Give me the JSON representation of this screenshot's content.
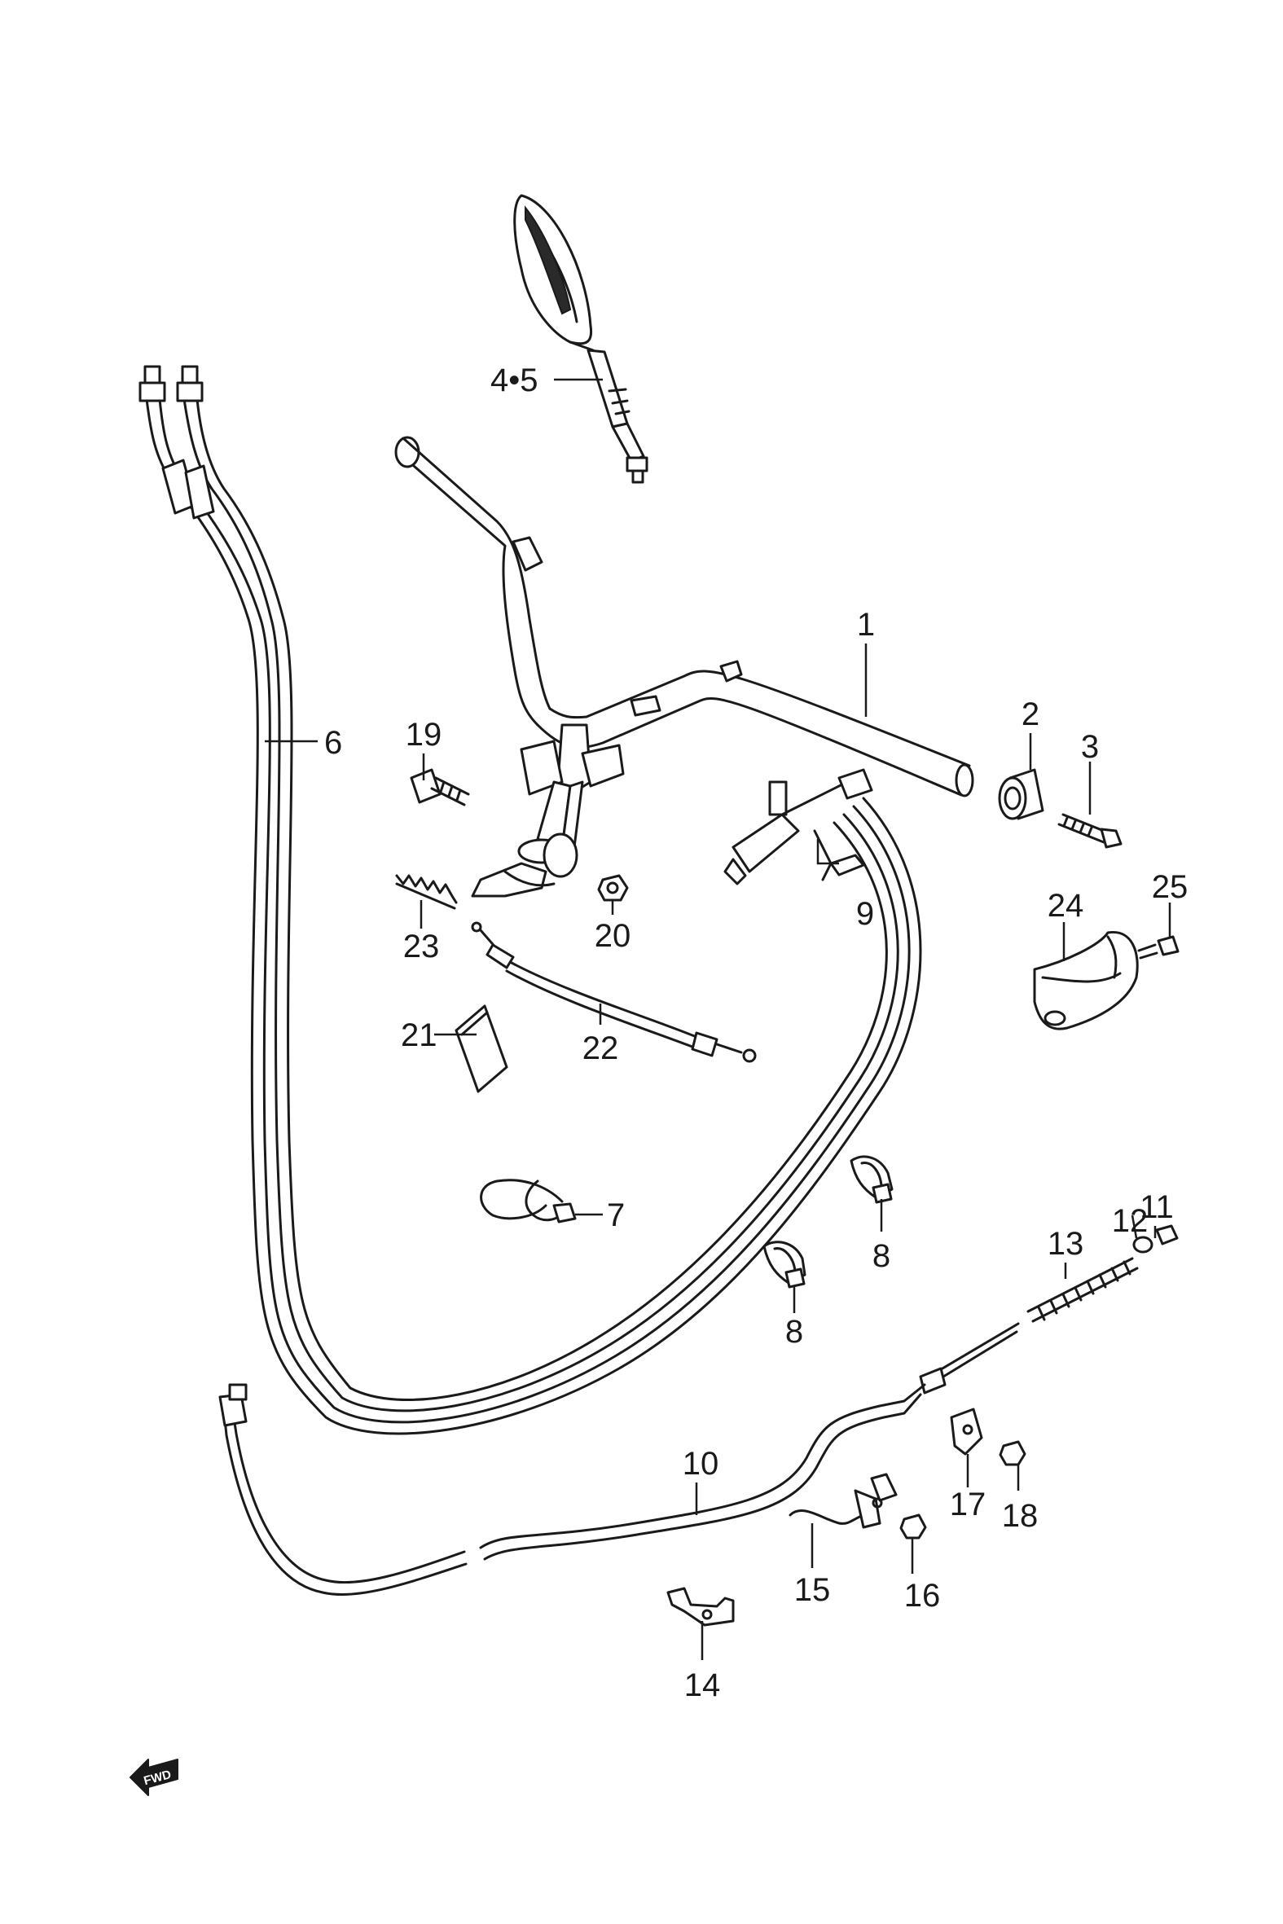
{
  "callouts": [
    {
      "id": "1",
      "label": "1"
    },
    {
      "id": "2",
      "label": "2"
    },
    {
      "id": "3",
      "label": "3"
    },
    {
      "id": "4-5",
      "label": "4•5"
    },
    {
      "id": "6",
      "label": "6"
    },
    {
      "id": "7",
      "label": "7"
    },
    {
      "id": "8a",
      "label": "8"
    },
    {
      "id": "8b",
      "label": "8"
    },
    {
      "id": "9",
      "label": "9"
    },
    {
      "id": "10",
      "label": "10"
    },
    {
      "id": "11",
      "label": "11"
    },
    {
      "id": "12",
      "label": "12"
    },
    {
      "id": "13",
      "label": "13"
    },
    {
      "id": "14",
      "label": "14"
    },
    {
      "id": "15",
      "label": "15"
    },
    {
      "id": "16",
      "label": "16"
    },
    {
      "id": "17",
      "label": "17"
    },
    {
      "id": "18",
      "label": "18"
    },
    {
      "id": "19",
      "label": "19"
    },
    {
      "id": "20",
      "label": "20"
    },
    {
      "id": "21",
      "label": "21"
    },
    {
      "id": "22",
      "label": "22"
    },
    {
      "id": "23",
      "label": "23"
    },
    {
      "id": "24",
      "label": "24"
    },
    {
      "id": "25",
      "label": "25"
    }
  ],
  "fwd_badge": {
    "label": "FWD"
  },
  "icons": {
    "fwd": "fwd-arrow-icon"
  },
  "colors": {
    "line": "#1a1a1a",
    "background": "#ffffff"
  }
}
